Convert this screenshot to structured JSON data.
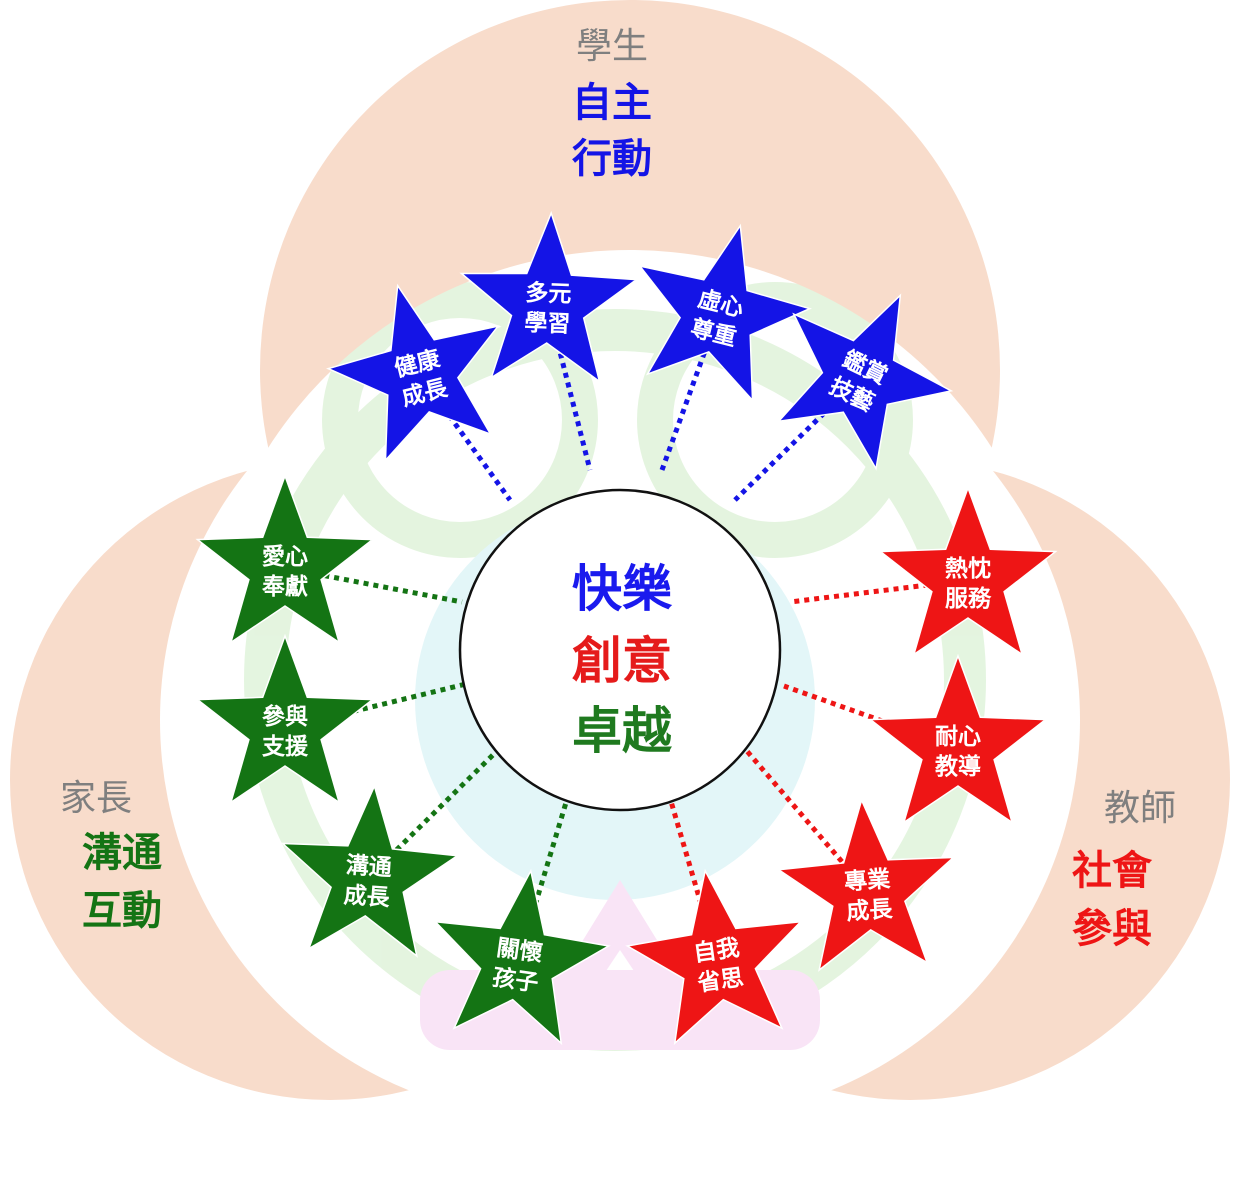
{
  "center": {
    "lines": [
      {
        "text": "快樂",
        "color": "#1a1aee"
      },
      {
        "text": "創意",
        "color": "#e51b1b"
      },
      {
        "text": "卓越",
        "color": "#1f7a1f"
      }
    ]
  },
  "groups": {
    "student": {
      "role": "學生",
      "values": [
        "自主",
        "行動"
      ],
      "color": "#1414e6",
      "stars": [
        {
          "lines": [
            "健康",
            "成長"
          ]
        },
        {
          "lines": [
            "多元",
            "學習"
          ]
        },
        {
          "lines": [
            "虛心",
            "尊重"
          ]
        },
        {
          "lines": [
            "鑑賞",
            "技藝"
          ]
        }
      ]
    },
    "parent": {
      "role": "家長",
      "values": [
        "溝通",
        "互動"
      ],
      "color": "#147414",
      "stars": [
        {
          "lines": [
            "愛心",
            "奉獻"
          ]
        },
        {
          "lines": [
            "參與",
            "支援"
          ]
        },
        {
          "lines": [
            "溝通",
            "成長"
          ]
        },
        {
          "lines": [
            "關懷",
            "孩子"
          ]
        }
      ]
    },
    "teacher": {
      "role": "教師",
      "values": [
        "社會",
        "參與"
      ],
      "color": "#ee1515",
      "stars": [
        {
          "lines": [
            "熱忱",
            "服務"
          ]
        },
        {
          "lines": [
            "耐心",
            "教導"
          ]
        },
        {
          "lines": [
            "專業",
            "成長"
          ]
        },
        {
          "lines": [
            "自我",
            "省思"
          ]
        }
      ]
    }
  },
  "colors": {
    "crescent": "#f8dccb",
    "watermark_green": "#e3f4de",
    "watermark_cyan": "#e2f6f8",
    "watermark_pink": "#f9e3f6"
  }
}
